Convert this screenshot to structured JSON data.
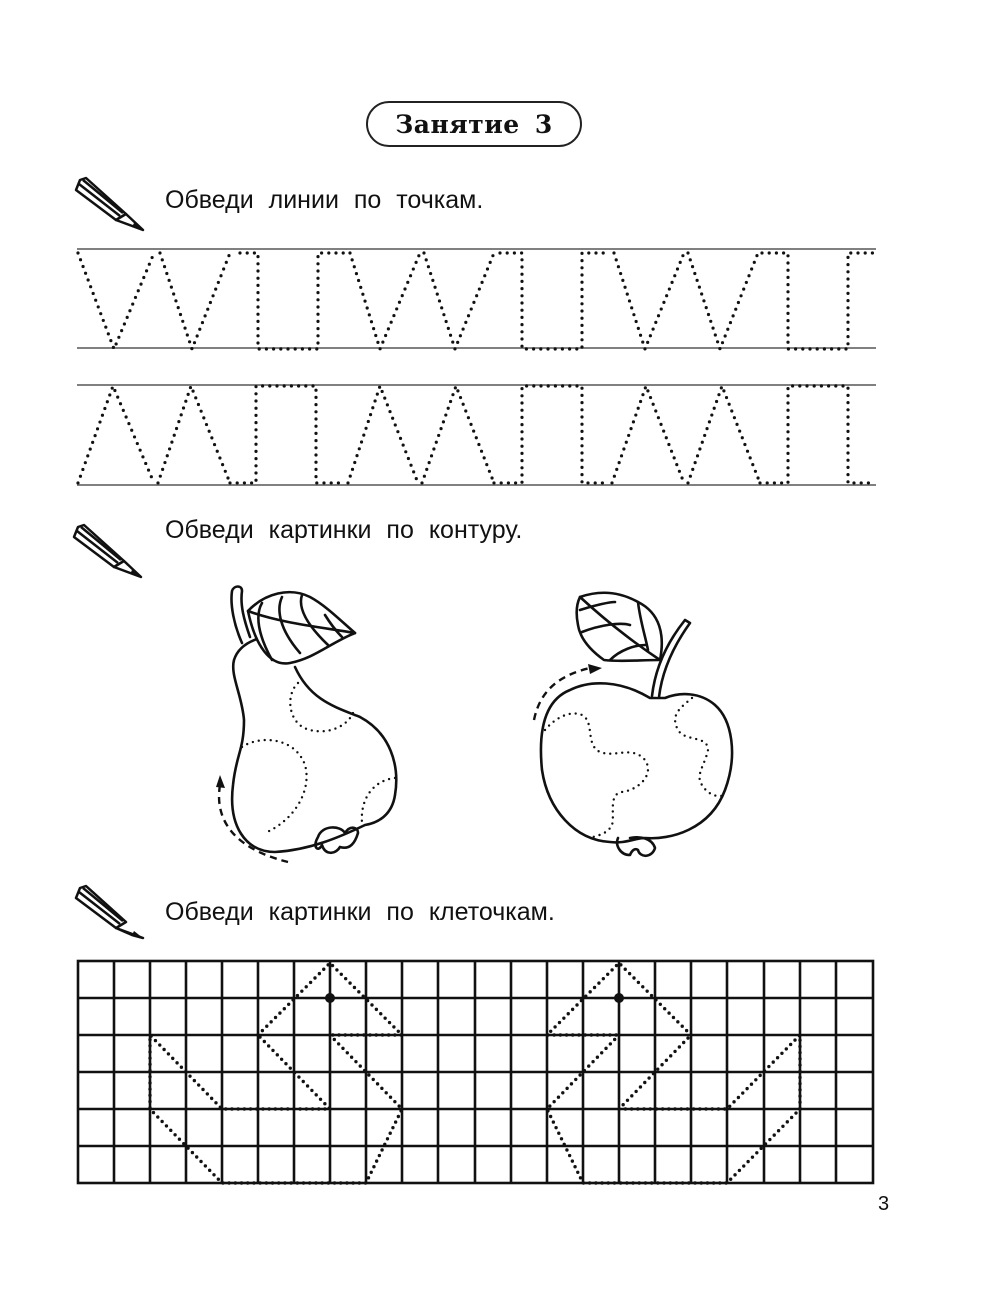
{
  "header": {
    "lesson_title": "Занятие 3"
  },
  "sections": [
    {
      "id": "trace-lines",
      "instruction": "Обведи линии по точкам.",
      "icon": "pencil-icon"
    },
    {
      "id": "trace-pictures",
      "instruction": "Обведи картинки по контуру.",
      "icon": "pencil-icon",
      "pictures": [
        "pear",
        "apple"
      ]
    },
    {
      "id": "trace-grid",
      "instruction": "Обведи картинки по клеточкам.",
      "icon": "pencil-icon",
      "grid": {
        "columns": 22,
        "rows": 6
      }
    }
  ],
  "footer": {
    "page_number": "3"
  },
  "colors": {
    "ink": "#111111",
    "rule_line": "#808080"
  }
}
